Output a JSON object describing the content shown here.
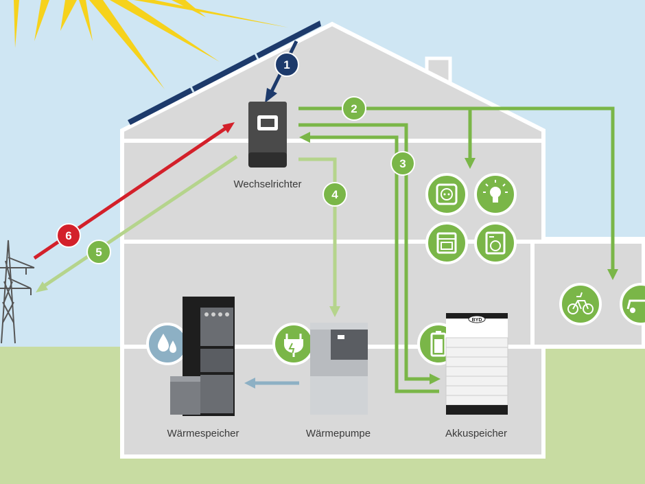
{
  "colors": {
    "sky": "#cfe6f3",
    "grass": "#c8dca2",
    "house": "#d9d9d9",
    "house_outline": "#ffffff",
    "green": "#7ab648",
    "light_green": "#b5d48c",
    "red": "#d3202a",
    "navy": "#1d3a6b",
    "blue_arrow": "#8db0c4",
    "sun": "#f6d21c"
  },
  "components": {
    "inverter": "Wechselrichter",
    "heat_storage": "Wärmespeicher",
    "heat_pump": "Wärmepumpe",
    "battery_storage": "Akkuspeicher"
  },
  "battery_brand": "BYD",
  "flow_numbers": [
    "1",
    "2",
    "3",
    "4",
    "5",
    "6"
  ],
  "icons": [
    "socket-icon",
    "lightbulb-icon",
    "oven-icon",
    "washing-machine-icon",
    "ebike-icon",
    "electric-car-icon",
    "water-drops-icon",
    "plug-icon",
    "battery-icon",
    "power-pylon-icon",
    "sun-icon",
    "solar-panel-icon"
  ]
}
